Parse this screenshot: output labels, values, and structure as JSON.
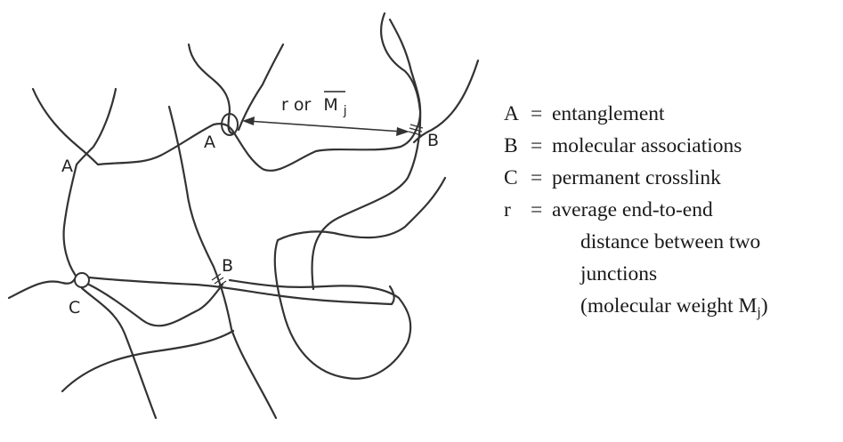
{
  "diagram": {
    "labels": {
      "entanglement_left": "A",
      "entanglement_top": "A",
      "association_right": "B",
      "association_middle": "B",
      "crosslink": "C"
    },
    "distance_label": {
      "prefix": "r or",
      "symbol": "M",
      "subscript": "j"
    }
  },
  "legend": {
    "entries": [
      {
        "key": "A",
        "eq": "=",
        "text": "entanglement"
      },
      {
        "key": "B",
        "eq": "=",
        "text": "molecular associations"
      },
      {
        "key": "C",
        "eq": "=",
        "text": "permanent crosslink"
      },
      {
        "key": "r",
        "eq": "=",
        "text": "average end-to-end"
      }
    ],
    "continuation": [
      "distance between two",
      "junctions"
    ],
    "molecular_weight": {
      "open": "(molecular weight M",
      "sub": "j",
      "close": ")"
    }
  }
}
